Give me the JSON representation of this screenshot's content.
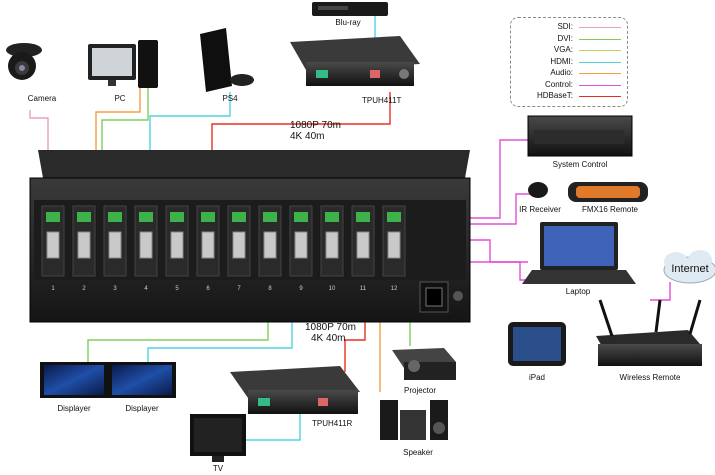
{
  "legend": {
    "items": [
      {
        "label": "SDI:",
        "color": "#e6a0c8"
      },
      {
        "label": "DVI:",
        "color": "#7dd05a"
      },
      {
        "label": "VGA:",
        "color": "#c8d25a"
      },
      {
        "label": "HDMI:",
        "color": "#4fd2e0"
      },
      {
        "label": "Audio:",
        "color": "#f0a040"
      },
      {
        "label": "Control:",
        "color": "#e050d8"
      },
      {
        "label": "HDBaseT:",
        "color": "#e83020"
      }
    ]
  },
  "devices": {
    "camera": "Camera",
    "pc": "PC",
    "ps4": "PS4",
    "bluray": "Blu-ray",
    "tx": "TPUH411T",
    "system_control": "System Control",
    "ir_receiver": "IR Receiver",
    "fmx16_remote": "FMX16 Remote",
    "laptop": "Laptop",
    "internet": "Internet",
    "ipad": "iPad",
    "wireless_remote": "Wireless Remote",
    "displayer_1": "Displayer",
    "displayer_2": "Displayer",
    "projector": "Projector",
    "rx": "TPUH411R",
    "speaker": "Speaker",
    "tv": "TV"
  },
  "links": {
    "top_distance_1": "1080P 70m",
    "top_distance_2": "4K 40m",
    "bottom_distance_1": "1080P 70m",
    "bottom_distance_2": "4K 40m"
  },
  "matrix": {
    "input_numbers": [
      "1",
      "2",
      "3",
      "4",
      "5",
      "6",
      "7",
      "8",
      "9",
      "10",
      "11",
      "12"
    ]
  }
}
